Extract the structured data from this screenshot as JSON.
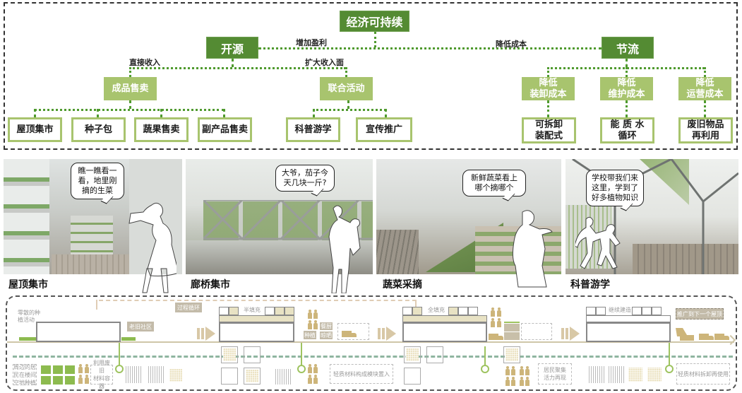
{
  "tree": {
    "root": "经济可持续",
    "branches": {
      "open": {
        "label": "开源",
        "edge_to_root": "增加盈利",
        "edge_direct": "直接收入",
        "edge_expand": "扩大收入面",
        "groups": [
          {
            "label": "成品售卖",
            "children": [
              "屋顶集市",
              "种子包",
              "蔬果售卖",
              "副产品售卖"
            ]
          },
          {
            "label": "联合活动",
            "children": [
              "科普游学",
              "宣传推广"
            ]
          }
        ]
      },
      "save": {
        "label": "节流",
        "edge_to_root": "降低成本",
        "groups": [
          {
            "label_line1": "降低",
            "label_line2": "装卸成本",
            "child_line1": "可拆卸",
            "child_line2": "装配式"
          },
          {
            "label_line1": "降低",
            "label_line2": "维护成本",
            "child_line1": "能 质 水",
            "child_line2": "循环"
          },
          {
            "label_line1": "降低",
            "label_line2": "运营成本",
            "child_line1": "废旧物品",
            "child_line2": "再利用"
          }
        ]
      }
    }
  },
  "scenes": [
    {
      "caption": "屋顶集市",
      "bubble": [
        "瞧一瞧看一",
        "看，地里刚",
        "摘的生菜"
      ]
    },
    {
      "caption": "廊桥集市",
      "bubble": [
        "大爷，茄子今",
        "天几块一斤?"
      ]
    },
    {
      "caption": "蔬菜采摘",
      "bubble": [
        "新鲜蔬菜看上",
        "哪个摘哪个"
      ]
    },
    {
      "caption": "科普游学",
      "bubble": [
        "学校带我们来",
        "这里，学到了",
        "好多植物知识"
      ]
    }
  ],
  "process": {
    "stage1": {
      "note": [
        "零散的种",
        "植活动"
      ],
      "tag": "老旧社区",
      "bottom_note": [
        "周边的居",
        "民在楼间",
        "空地种植"
      ],
      "bottom_box": [
        "利用废旧",
        "材料容器"
      ]
    },
    "cycle_tag": "过程循环",
    "stage2": {
      "note": "半填充",
      "tags": [
        "种植",
        "餐厨",
        "晾晒"
      ],
      "bottom_box": "轻质材料构成模块置入"
    },
    "stage3": {
      "note": "全填充",
      "bottom_box": [
        "居民聚集",
        "活力再现"
      ]
    },
    "stage4": {
      "note": "继续建造",
      "tag": "推广到下一个屋顶",
      "bottom_box": "轻质材料拆卸再使用"
    }
  },
  "colors": {
    "dark_green": "#548b33",
    "light_green": "#a8c46e",
    "dot_green": "#4f9a2e",
    "tan": "#cdb57a",
    "tag_gray": "#c3bba9"
  }
}
